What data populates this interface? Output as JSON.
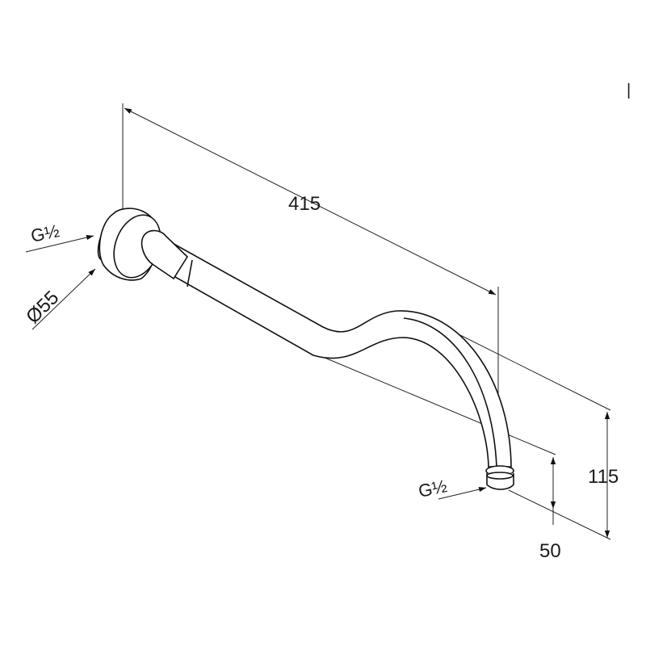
{
  "drawing": {
    "dimensions": {
      "length": "415",
      "height_total": "115",
      "height_outlet": "50",
      "flange_diameter": "Ø55",
      "inlet_thread": "G½",
      "outlet_thread": "G½"
    },
    "marker": "|",
    "colors": {
      "line": "#111111",
      "background": "#ffffff"
    }
  }
}
